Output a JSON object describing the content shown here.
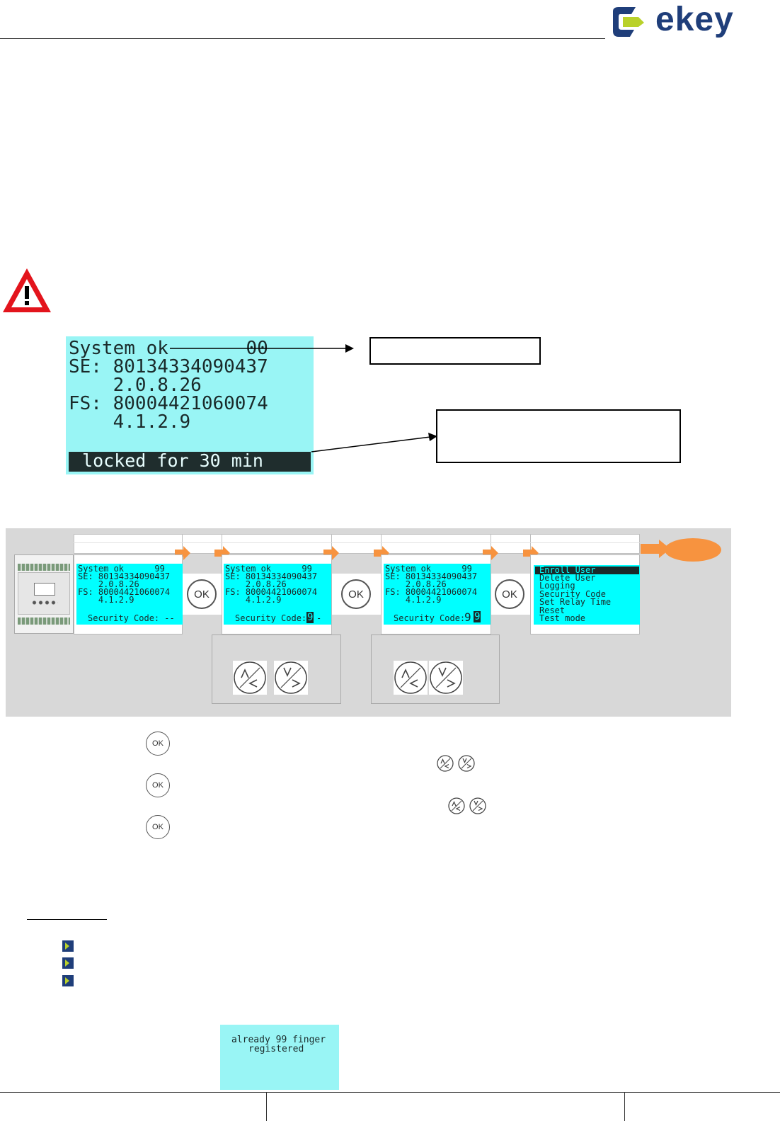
{
  "brand": {
    "logo_text": "ekey",
    "navy": "#1f3e7a",
    "lime": "#b9d12a"
  },
  "colors": {
    "lcd": "#00ffff",
    "lcd_big": "#99f5f5",
    "orange": "#f7933f",
    "panel": "#d8d8d8"
  },
  "big_display": {
    "lines": [
      "System ok       00",
      "SE: 80134334090437",
      "    2.0.8.26",
      "FS: 80004421060074",
      "    4.1.2.9"
    ],
    "status_bar": " locked for 30 min"
  },
  "step_screens": [
    {
      "lines": [
        "System ok      99",
        "SE: 80134334090437",
        "    2.0.8.26",
        "FS: 80004421060074",
        "    4.1.2.9"
      ],
      "code_label": "Security Code:",
      "code_value": " --",
      "cursor": ""
    },
    {
      "lines": [
        "System ok      99",
        "SE: 80134334090437",
        "    2.0.8.26",
        "FS: 80004421060074",
        "    4.1.2.9"
      ],
      "code_label": "Security Code:",
      "code_value": "-",
      "cursor": "9"
    },
    {
      "lines": [
        "System ok      99",
        "SE: 80134334090437",
        "    2.0.8.26",
        "FS: 80004421060074",
        "    4.1.2.9"
      ],
      "code_label": "Security Code:",
      "code_value": "9",
      "cursor": "9"
    }
  ],
  "menu": {
    "items": [
      "Enroll User",
      "Delete User",
      "Logging",
      "Security Code",
      "Set Relay Time",
      "Reset",
      "Test mode"
    ]
  },
  "ok_label": "OK",
  "bottom_display": {
    "lines": [
      "already 99 finger",
      "registered"
    ]
  }
}
